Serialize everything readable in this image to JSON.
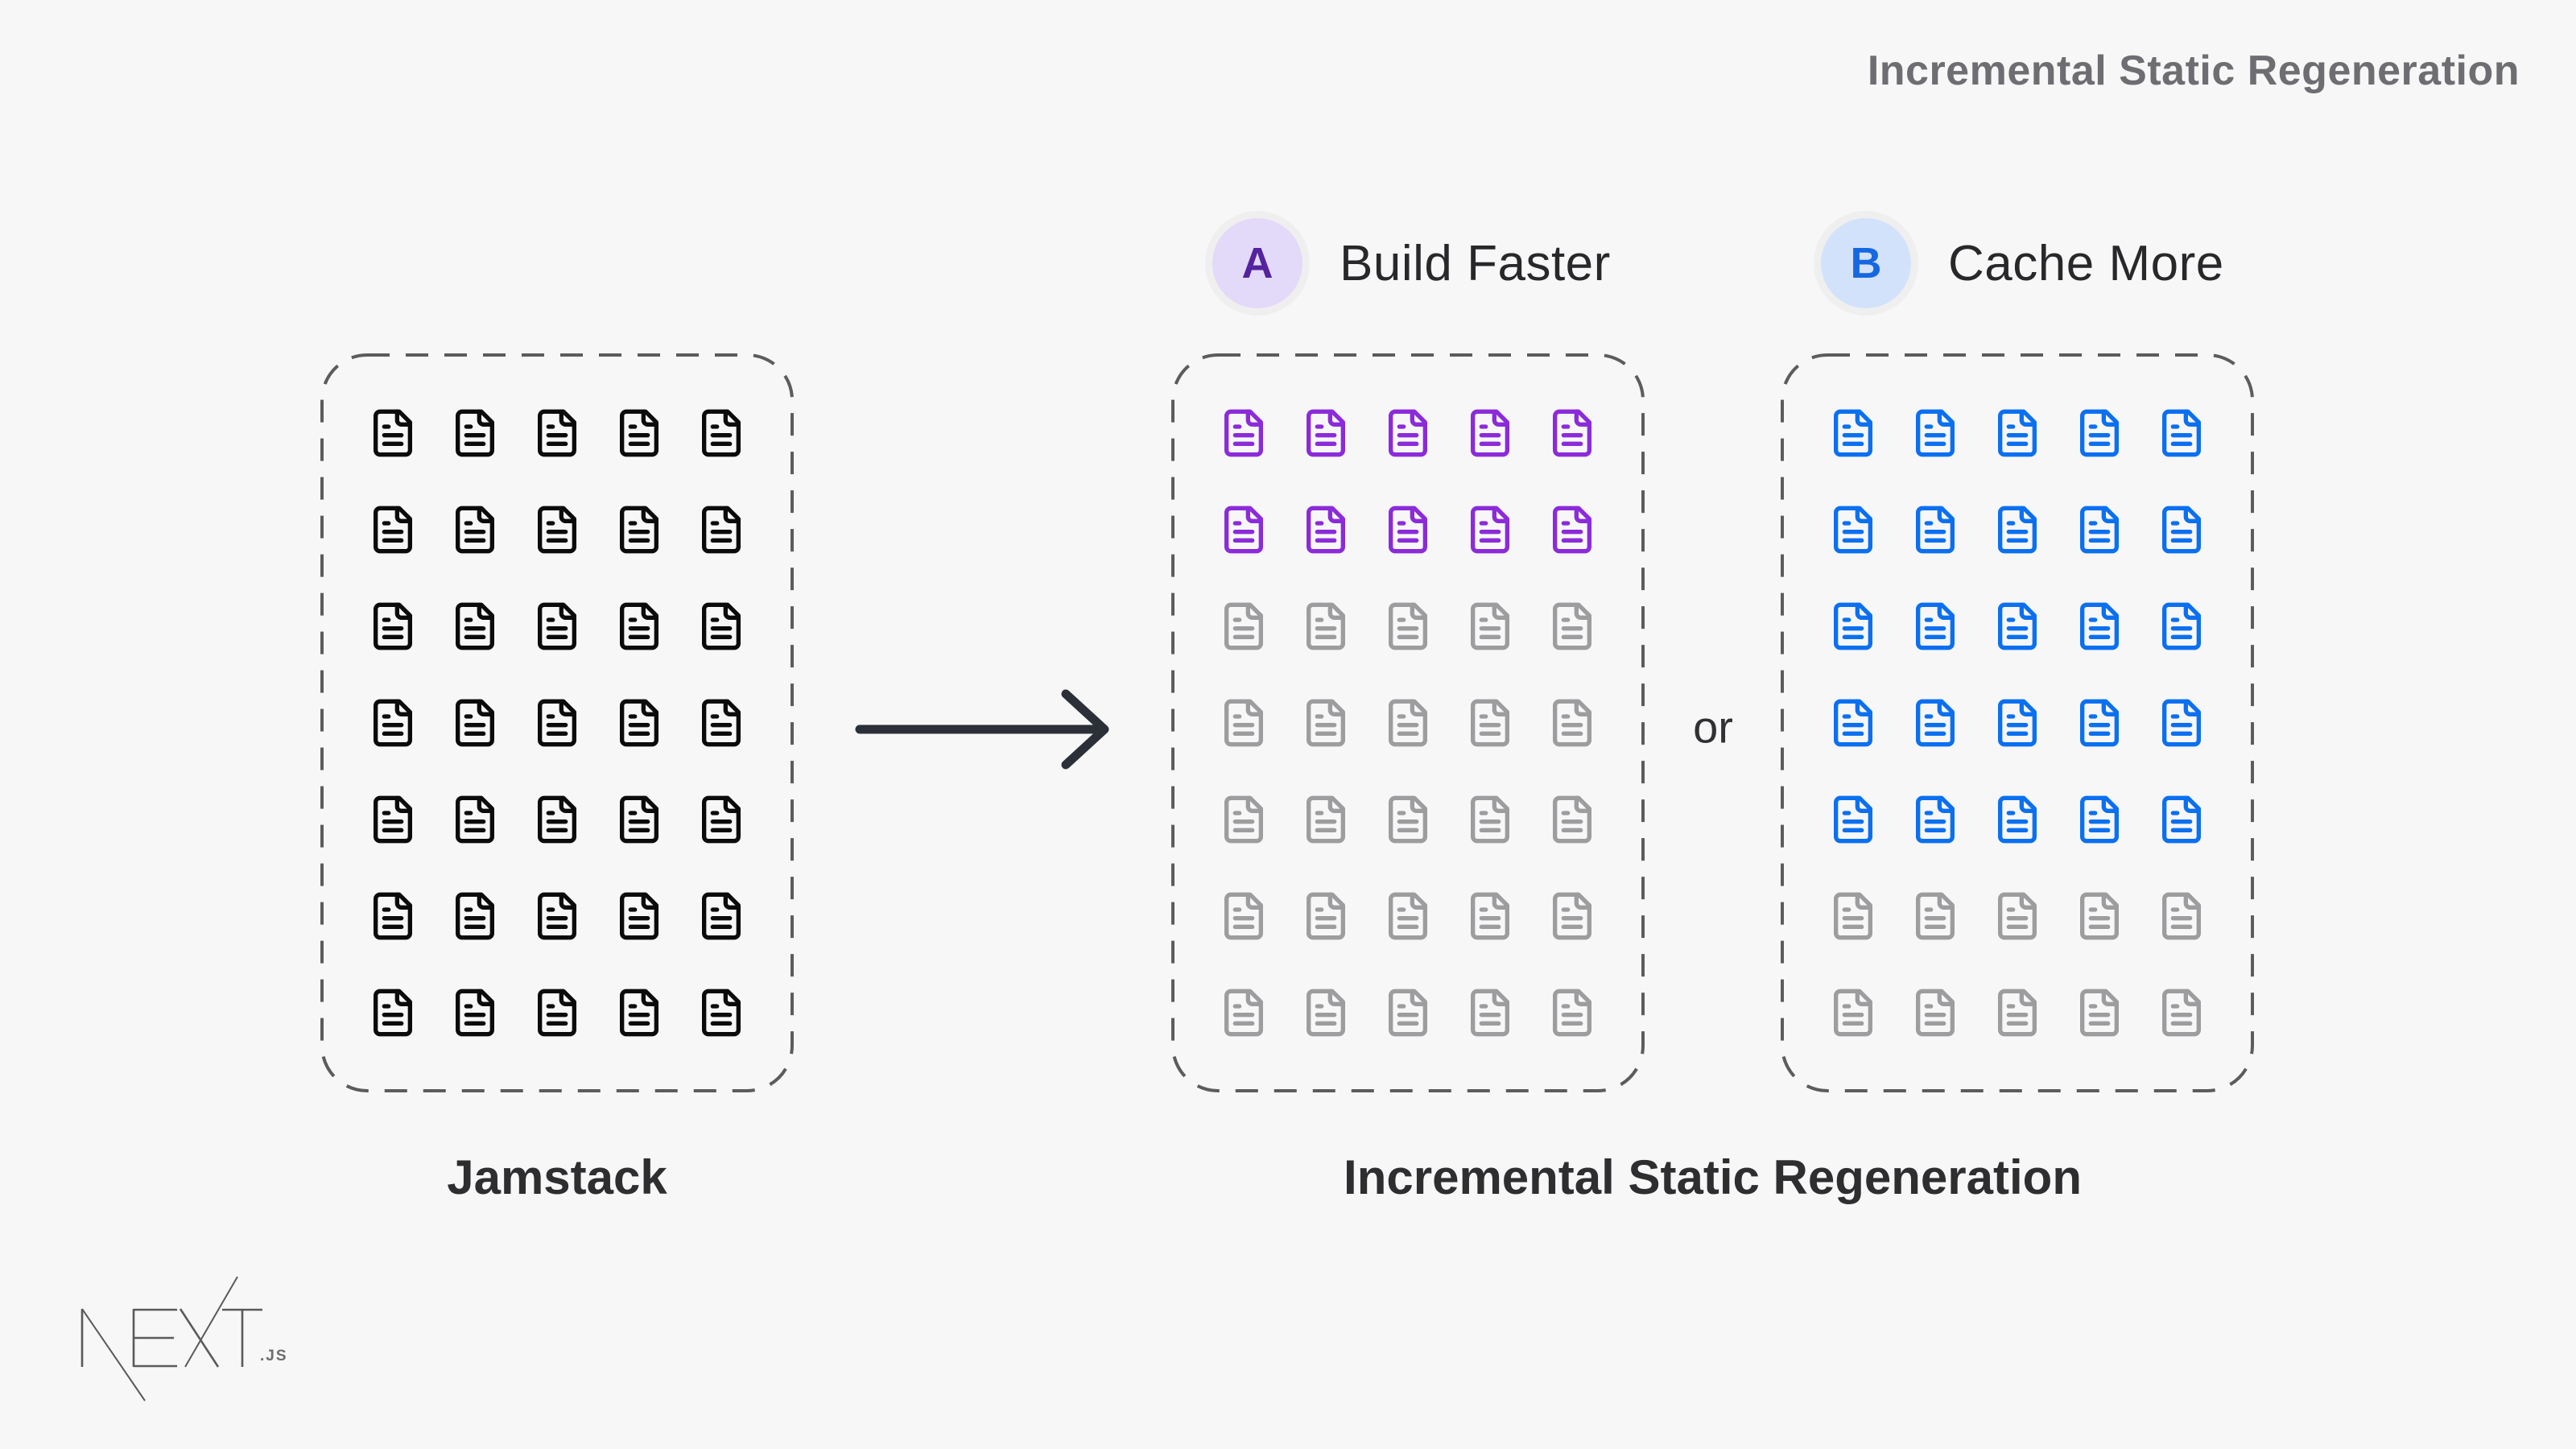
{
  "header": {
    "title": "Incremental Static Regeneration"
  },
  "colors": {
    "background": "#F7F7F8",
    "dash_border": "#5C5C5C",
    "arrow": "#2B2F38",
    "label_dark": "#28282B",
    "title_gray": "#6E6E72"
  },
  "icon_colors": {
    "black": "#0B0B0C",
    "purple": "#8B2BD9",
    "blue": "#0B70F0",
    "gray": "#9D9D9F"
  },
  "icon_name": "file-text-icon",
  "source": {
    "caption": "Jamstack",
    "grid": {
      "columns": 5,
      "row_colors": [
        "black",
        "black",
        "black",
        "black",
        "black",
        "black",
        "black"
      ]
    }
  },
  "result": {
    "caption": "Incremental Static Regeneration",
    "or_label": "or",
    "options": [
      {
        "badge": "A",
        "label": "Build Faster",
        "badge_bg": "#E3D9F8",
        "badge_fg": "#54239E",
        "grid": {
          "columns": 5,
          "row_colors": [
            "purple",
            "purple",
            "gray",
            "gray",
            "gray",
            "gray",
            "gray"
          ]
        }
      },
      {
        "badge": "B",
        "label": "Cache More",
        "badge_bg": "#D3E2FB",
        "badge_fg": "#1668E0",
        "grid": {
          "columns": 5,
          "row_colors": [
            "blue",
            "blue",
            "blue",
            "blue",
            "blue",
            "gray",
            "gray"
          ]
        }
      }
    ]
  },
  "logo": {
    "brand": "NEXT",
    "suffix": ".JS"
  }
}
